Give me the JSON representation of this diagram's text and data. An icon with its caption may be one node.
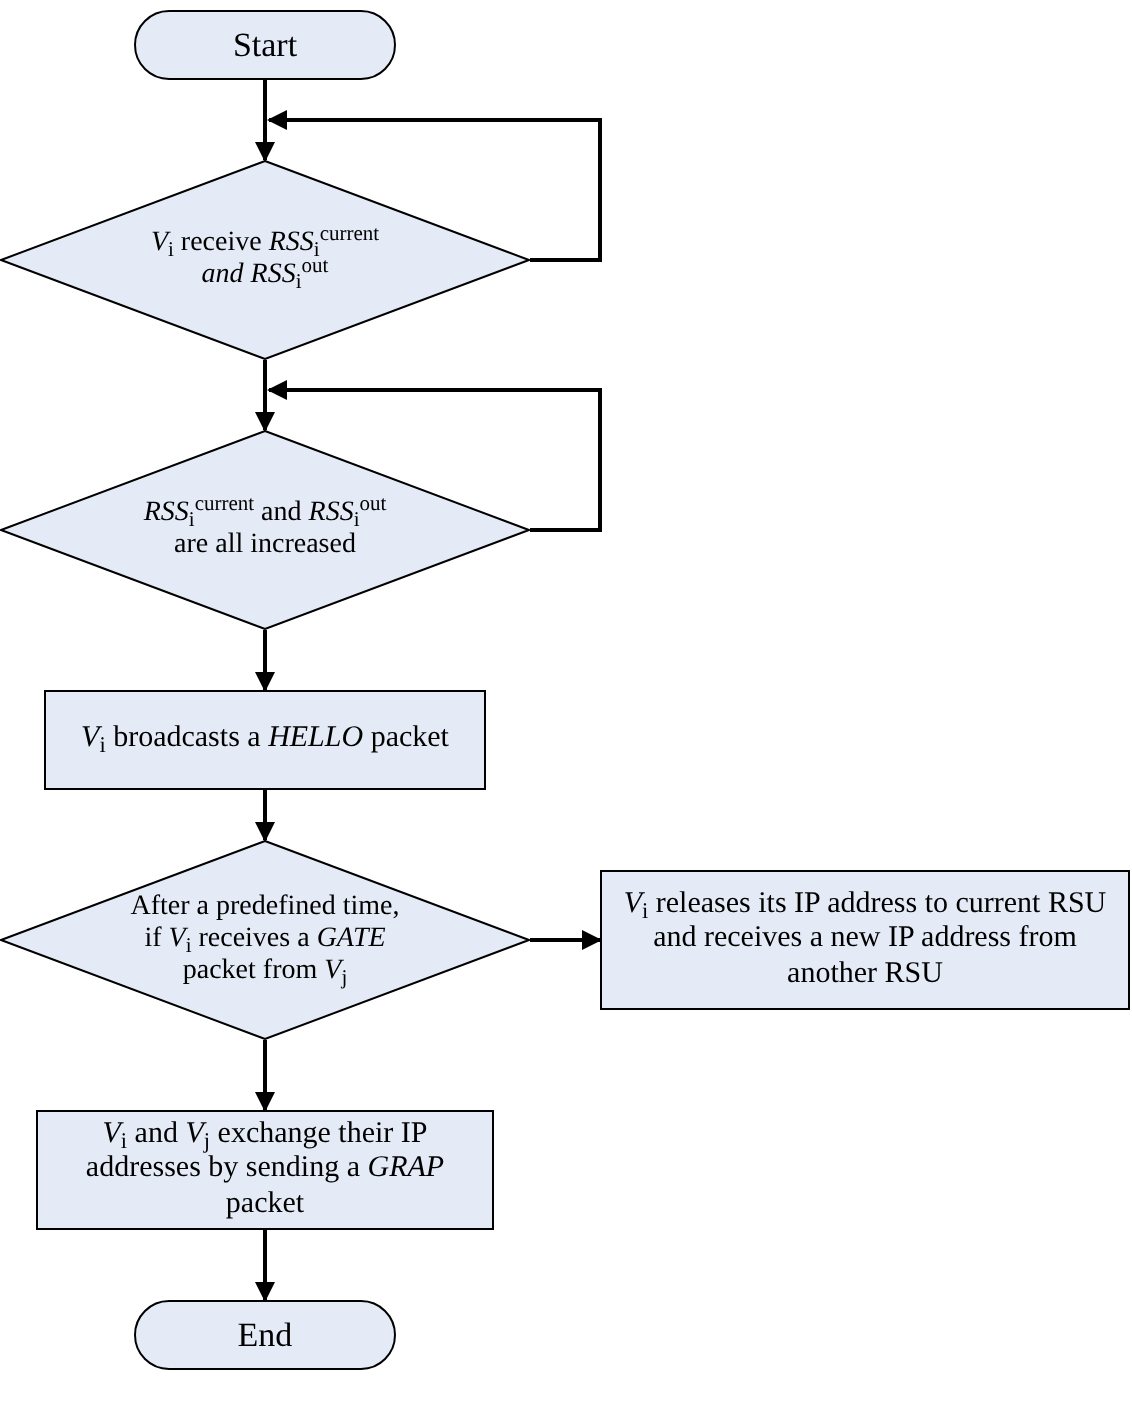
{
  "diagram": {
    "nodes": [
      {
        "text": [
          "Start"
        ]
      },
      {
        "text": [
          "*V*$_{i}$ receive *RSS*$_{i}$$^{current}$ *and RSS*$_{i}$$^{out}$"
        ]
      },
      {
        "text": [
          "*RSS*$_{i}$$^{current}$ and *RSS*$_{i}$$^{out}$ are all increased"
        ]
      },
      {
        "text": [
          "*V*$_{i}$ broadcasts a *HELLO* packet"
        ]
      },
      {
        "text": [
          "After a predefined time, if *V*$_{i}$ receives a *GATE* packet from *V*$_{j}$"
        ]
      },
      {
        "text": [
          "*V*$_{i}$ releases its IP address to current RSU and receives a new IP address from another RSU"
        ]
      },
      {
        "text": [
          "*V*$_{i}$ and *V*$_{j}$ exchange their IP addresses by sending a *GRAP* packet"
        ]
      },
      {
        "text": [
          "End"
        ]
      }
    ],
    "edges": [
      {
        "from": 0,
        "to": 1,
        "arrow": "to"
      },
      {
        "from": 1,
        "to": 1,
        "arrow": "to"
      },
      {
        "from": 1,
        "to": 2,
        "arrow": "to"
      },
      {
        "from": 2,
        "to": 2,
        "arrow": "to"
      },
      {
        "from": 2,
        "to": 3,
        "arrow": "to"
      },
      {
        "from": 3,
        "to": 4,
        "arrow": "to"
      },
      {
        "from": 4,
        "to": 5,
        "arrow": "to"
      },
      {
        "from": 4,
        "to": 6,
        "arrow": "to"
      },
      {
        "from": 6,
        "to": 7,
        "arrow": "to"
      }
    ]
  }
}
